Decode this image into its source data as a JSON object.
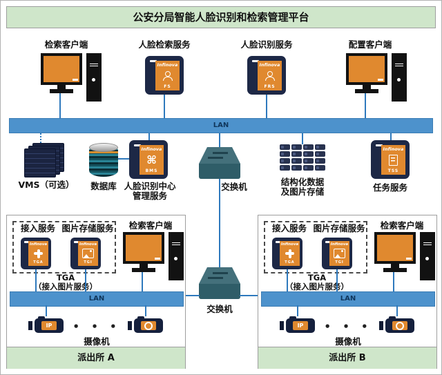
{
  "title": "公安分局智能人脸识别和检索管理平台",
  "colors": {
    "accent_green": "#cfe6ca",
    "lan_blue": "#4d92cc",
    "line_blue": "#2e79bd",
    "device_navy": "#1d2846",
    "panel_orange": "#e0892f"
  },
  "main_lan_label": "LAN",
  "top_row": [
    {
      "label": "检索客户端",
      "icon": "workstation-icon"
    },
    {
      "label": "人脸检索服务",
      "brand": "Infinova",
      "code": "FS",
      "icon": "face-icon"
    },
    {
      "label": "人脸识别服务",
      "brand": "Infinova",
      "code": "FRS",
      "icon": "face-icon"
    },
    {
      "label": "配置客户端",
      "icon": "workstation-icon"
    }
  ],
  "middle_row": {
    "vms_label": "VMS（可选）",
    "db_label": "数据库",
    "mgmt": {
      "line1": "人脸识别中心",
      "line2": "管理服务",
      "brand": "Infinova",
      "code": "BMS",
      "icon": "command-icon"
    },
    "switch_label": "交换机",
    "storage": {
      "line1": "结构化数据",
      "line2": "及图片存储",
      "icon": "storage-array-icon"
    },
    "task": {
      "label": "任务服务",
      "brand": "Infinova",
      "code": "TSS",
      "icon": "document-icon"
    }
  },
  "lower_switch_label": "交换机",
  "stations": [
    {
      "access_label": "接入服务",
      "storage_label": "图片存储服务",
      "client_label": "检索客户端",
      "access_brand": "Infinova",
      "access_code": "TGA",
      "storage_brand": "Infinova",
      "storage_code": "TGI",
      "tga_line1": "TGA",
      "tga_line2": "（接入图片服务）",
      "lan_label": "LAN",
      "camera1_code": "IP",
      "camera2_icon": "lens-ring-icon",
      "dots": "• • •",
      "cameras_label": "摄像机",
      "footer": "派出所 A"
    },
    {
      "access_label": "接入服务",
      "storage_label": "图片存储服务",
      "client_label": "检索客户端",
      "access_brand": "Infinova",
      "access_code": "TGA",
      "storage_brand": "Infinova",
      "storage_code": "TGI",
      "tga_line1": "TGA",
      "tga_line2": "（接入图片服务）",
      "lan_label": "LAN",
      "camera1_code": "IP",
      "camera2_icon": "lens-ring-icon",
      "dots": "• • •",
      "cameras_label": "摄像机",
      "footer": "派出所 B"
    }
  ]
}
